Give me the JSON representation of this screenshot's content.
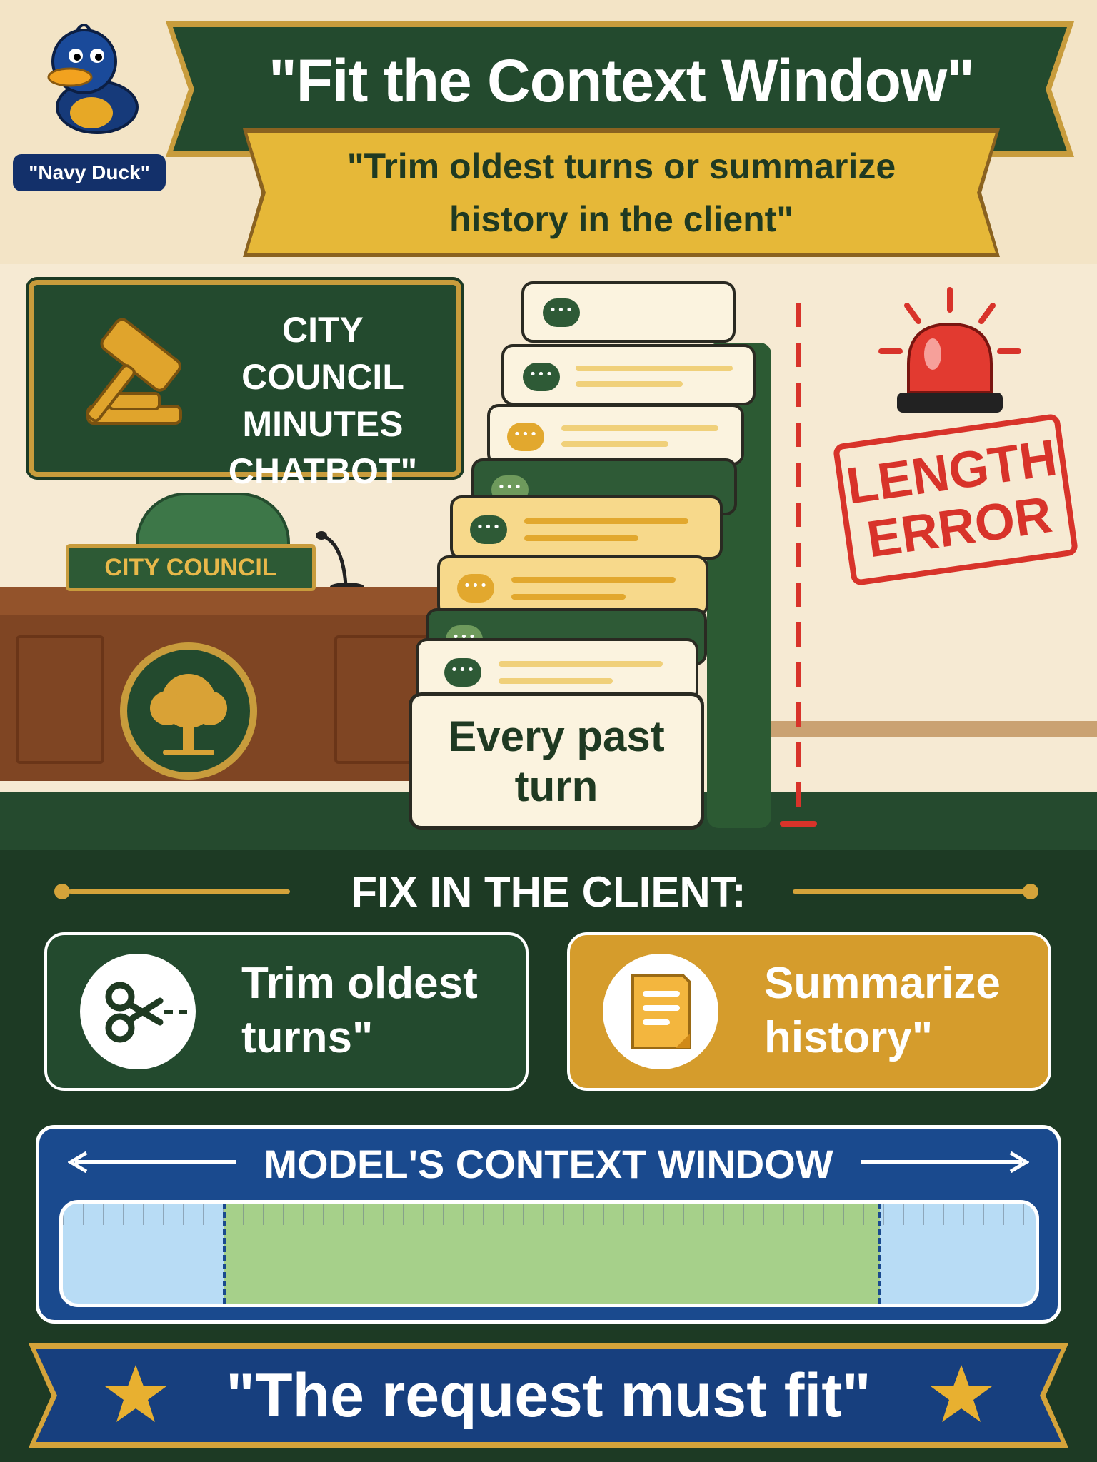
{
  "mascot": {
    "label": "\"Navy Duck\""
  },
  "title": "\"Fit the Context Window\"",
  "subtitle": "\"Trim oldest turns or summarize history in the client\"",
  "sign": {
    "text": "CITY COUNCIL MINUTES CHATBOT\""
  },
  "desk": {
    "nameplate": "CITY COUNCIL"
  },
  "stack": {
    "front_label": "Every past turn"
  },
  "alert": {
    "stamp": "LENGTH ERROR"
  },
  "fix": {
    "heading": "FIX IN THE CLIENT:",
    "options": [
      {
        "label": "Trim oldest turns\""
      },
      {
        "label": "Summarize history\""
      }
    ]
  },
  "context_window": {
    "title": "MODEL'S CONTEXT WINDOW"
  },
  "footer": {
    "text": "\"The request must fit\""
  },
  "colors": {
    "forest_green": "#234a2e",
    "gold": "#d4a33a",
    "navy": "#1a4a8e",
    "alert_red": "#d8332a",
    "cream": "#f6ead3"
  }
}
